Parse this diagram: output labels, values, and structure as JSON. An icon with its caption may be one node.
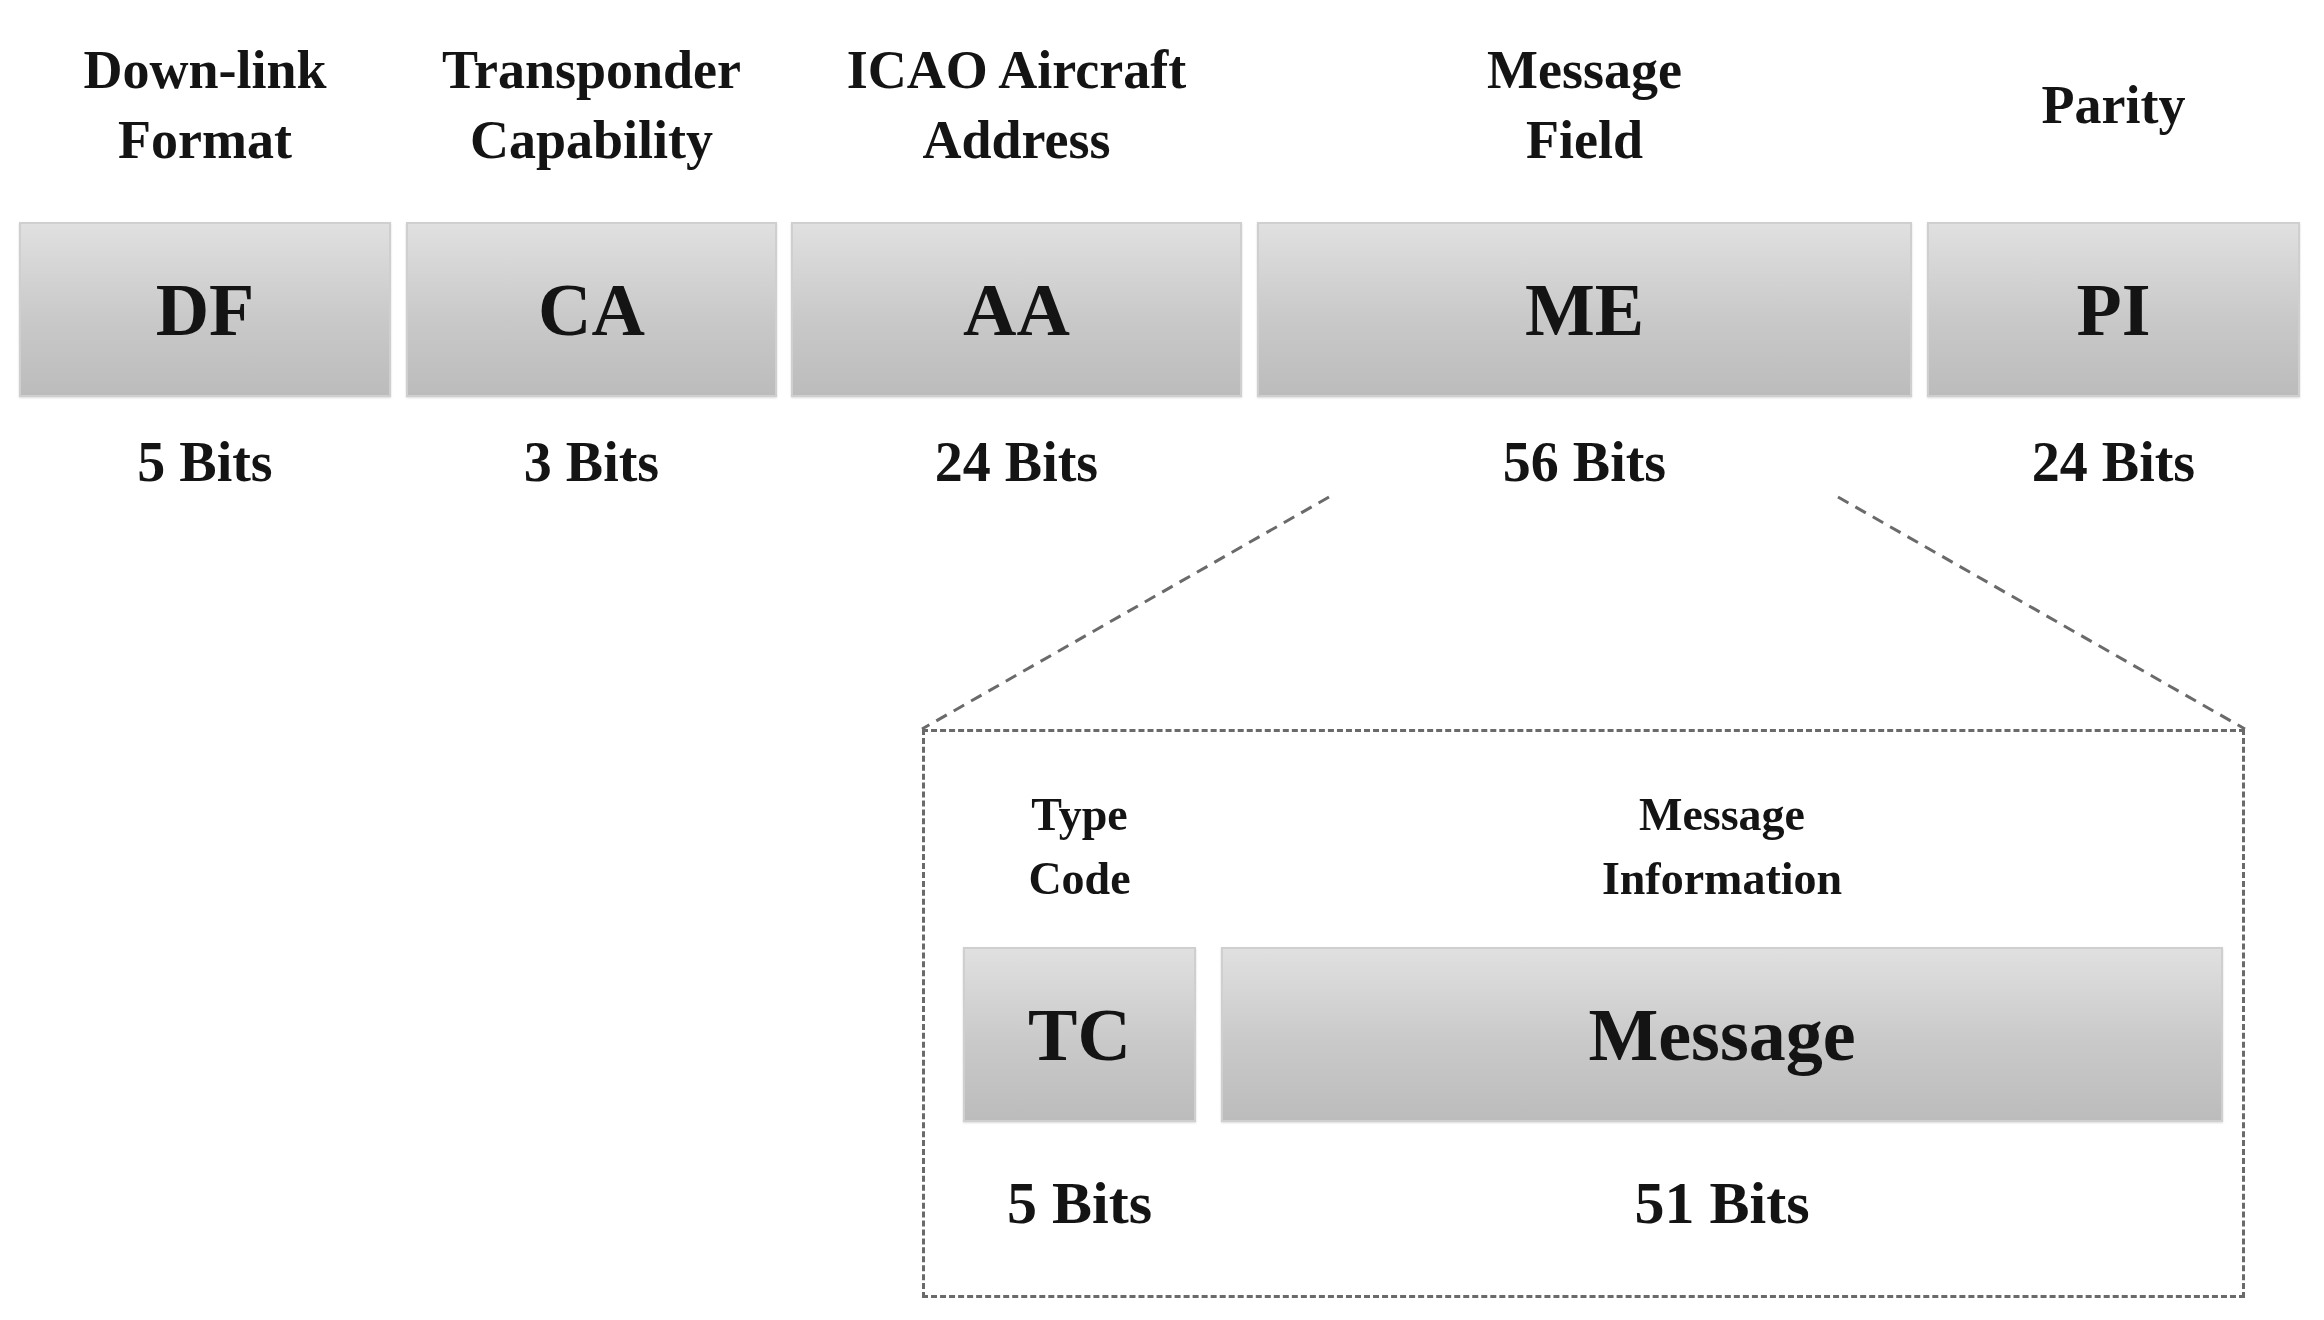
{
  "diagram": {
    "nodes": [
      {
        "text": [
          "Down-link Format",
          "DF"
        ],
        "beside": [
          "5 Bits"
        ]
      },
      {
        "text": [
          "Transponder Capability",
          "CA"
        ],
        "beside": [
          "3 Bits"
        ]
      },
      {
        "text": [
          "ICAO Aircraft Address",
          "AA"
        ],
        "beside": [
          "24 Bits"
        ]
      },
      {
        "text": [
          "Message Field",
          "ME"
        ],
        "beside": [
          "56 Bits"
        ]
      },
      {
        "text": [
          "Parity",
          "PI"
        ],
        "beside": [
          "24 Bits"
        ]
      },
      {
        "text": [],
        "shape": "box"
      },
      {
        "text": [
          "Type Code",
          "TC"
        ],
        "beside": [
          "5 Bits"
        ],
        "in": 5
      },
      {
        "text": [
          "Message Information",
          "Message"
        ],
        "beside": [
          "51 Bits"
        ],
        "in": 5
      }
    ],
    "edges": [
      {
        "from": 3,
        "to": 5,
        "arrow": "none",
        "style": "dashed"
      },
      {
        "from": 3,
        "to": 5,
        "arrow": "none",
        "style": "dashed"
      }
    ]
  }
}
